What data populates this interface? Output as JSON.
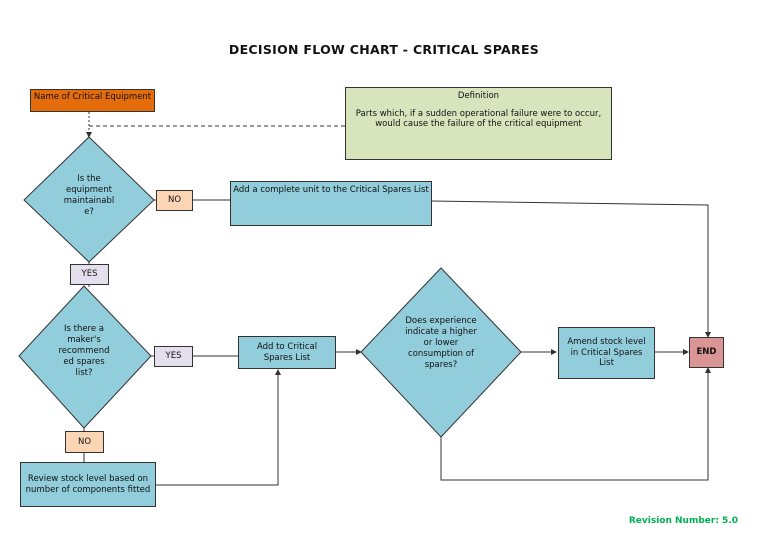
{
  "title": "DECISION FLOW CHART - CRITICAL SPARES",
  "nodes": {
    "name_equipment": "Name of Critical Equipment",
    "definition_heading": "Definition",
    "definition_text": "Parts which, if a sudden operational failure were to occur, would cause the failure of the critical equipment",
    "q_maintainable": "Is the equipment maintainable?",
    "q_maintainable_lines": [
      "Is the",
      "equipment",
      "maintainabl",
      "e?"
    ],
    "no_label_1": "NO",
    "add_complete_unit": "Add a complete unit to the Critical Spares List",
    "yes_label_1": "YES",
    "q_makers_list": "Is there a maker's recommended spares list?",
    "q_makers_lines": [
      "Is there a",
      "maker's",
      "recommend",
      "ed spares",
      "list?"
    ],
    "yes_label_2": "YES",
    "add_to_critical": "Add to Critical Spares List",
    "q_experience": "Does experience indicate a higher or lower consumption of spares?",
    "q_experience_lines": [
      "Does experience",
      "indicate a higher",
      "or lower",
      "consumption of",
      "spares?"
    ],
    "amend_stock": "Amend stock level in Critical Spares List",
    "end": "END",
    "no_label_2": "NO",
    "review_stock": "Review stock level based on number of components fitted"
  },
  "revision": "Revision Number: 5.0",
  "colors": {
    "process": "#92CDDC",
    "start": "#E46C0A",
    "definition": "#D7E4BC",
    "no_label": "#FCD5B4",
    "yes_label": "#E4DFEC",
    "end": "#DA9694",
    "revision": "#00B050"
  }
}
